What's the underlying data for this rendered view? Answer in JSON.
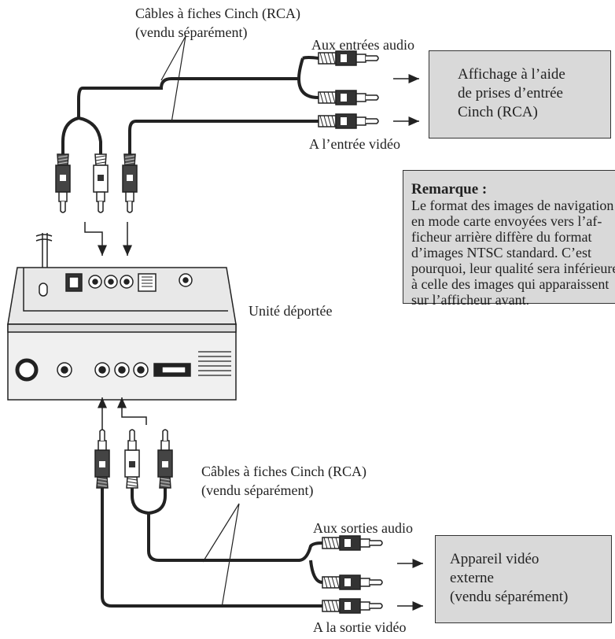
{
  "top": {
    "cables_label": "Câbles à fiches Cinch (RCA)",
    "cables_note": "(vendu séparément)",
    "audio_in_label": "Aux entrées audio",
    "video_in_label": "A l’entrée vidéo",
    "display_box": [
      "Affichage à l’aide",
      "de prises d’entrée",
      "Cinch (RCA)"
    ]
  },
  "remark": {
    "title": "Remarque :",
    "lines": [
      "Le format des images de navigation",
      "en mode carte envoyées vers l’af-",
      "ficheur arrière diffère du format",
      "d’images NTSC standard. C’est",
      "pourquoi, leur qualité sera inférieure",
      "à celle des images qui apparaissent",
      "sur l’afficheur avant."
    ]
  },
  "unit_label": "Unité déportée",
  "bottom": {
    "cables_label": "Câbles à fiches Cinch (RCA)",
    "cables_note": "(vendu séparément)",
    "audio_out_label": "Aux sorties audio",
    "video_out_label": "A la sortie vidéo",
    "device_box": [
      "Appareil vidéo",
      "externe",
      "(vendu séparément)"
    ]
  }
}
